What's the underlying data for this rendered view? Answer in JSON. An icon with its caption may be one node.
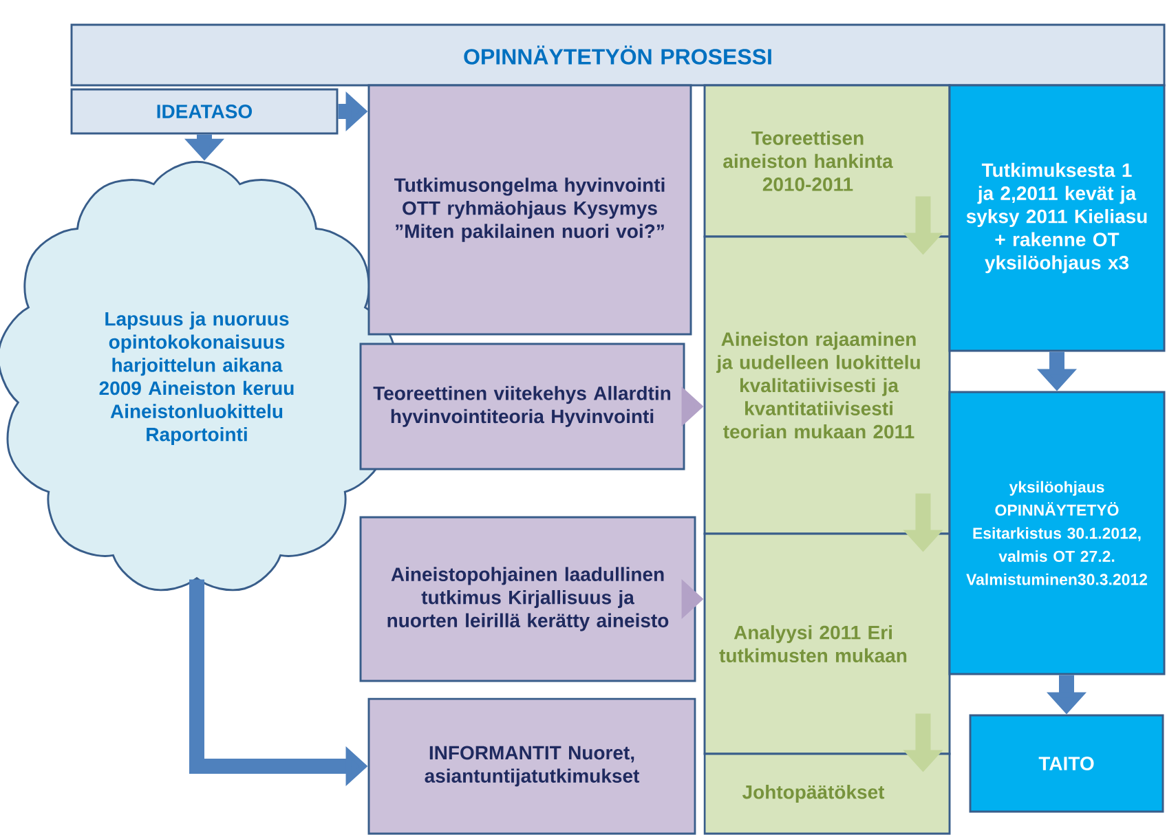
{
  "diagram": {
    "nodes": [
      {
        "text": [
          "OPINNÄYTETYÖN PROSESSI"
        ]
      },
      {
        "text": [
          "IDEATASO"
        ]
      },
      {
        "text": [
          "Lapsuus ja nuoruus opintokokonaisuus harjoittelun aikana 2009 Aineiston keruu Aineistonluokittelu Raportointi"
        ]
      },
      {
        "text": [
          "Tutkimusongelma hyvinvointi OTT ryhmäohjaus Kysymys ”Miten pakilainen nuori voi?”"
        ]
      },
      {
        "text": [
          "Teoreettinen viitekehys Allardtin hyvinvointiteoria Hyvinvointi"
        ]
      },
      {
        "text": [
          "Aineistopohjainen laadullinen tutkimus Kirjallisuus ja nuorten leirillä kerätty aineisto"
        ]
      },
      {
        "text": [
          "INFORMANTIT Nuoret, asiantuntijatutkimukset"
        ]
      },
      {
        "text": [
          "Teoreettisen aineiston hankinta 2010-2011"
        ]
      },
      {
        "text": [
          "Aineiston rajaaminen ja uudelleen luokittelu kvalitatiivisesti ja kvantitatiivisesti teorian mukaan 2011"
        ]
      },
      {
        "text": [
          "Analyysi 2011 Eri tutkimusten mukaan"
        ]
      },
      {
        "text": [
          "Johtopäätökset"
        ]
      },
      {
        "text": [
          "Tutkimuksesta 1 ja 2,2011 kevät ja syksy 2011 Kieliasu + rakenne OT yksilöohjaus x3"
        ]
      },
      {
        "text": [
          "yksilöohjaus OPINNÄYTETYÖ Esitarkistus 30.1.2012, valmis OT 27.2. Valmistuminen30.3.2012"
        ]
      },
      {
        "text": [
          "TAITO"
        ]
      }
    ],
    "edges": [
      {
        "from": 1,
        "to": 3,
        "arrow": "to"
      },
      {
        "from": 1,
        "to": 2,
        "arrow": "to"
      },
      {
        "from": 2,
        "to": 6,
        "arrow": "to"
      },
      {
        "from": 4,
        "to": 8,
        "arrow": "to",
        "color": "#b3a2c7"
      },
      {
        "from": 5,
        "to": 9,
        "arrow": "to",
        "color": "#b3a2c7"
      },
      {
        "from": 7,
        "to": 8,
        "arrow": "to",
        "color": "#c3d69b"
      },
      {
        "from": 8,
        "to": 9,
        "arrow": "to",
        "color": "#c3d69b"
      },
      {
        "from": 9,
        "to": 10,
        "arrow": "to",
        "color": "#c3d69b"
      },
      {
        "from": 11,
        "to": 12,
        "arrow": "to"
      },
      {
        "from": 12,
        "to": 13,
        "arrow": "to"
      }
    ]
  }
}
